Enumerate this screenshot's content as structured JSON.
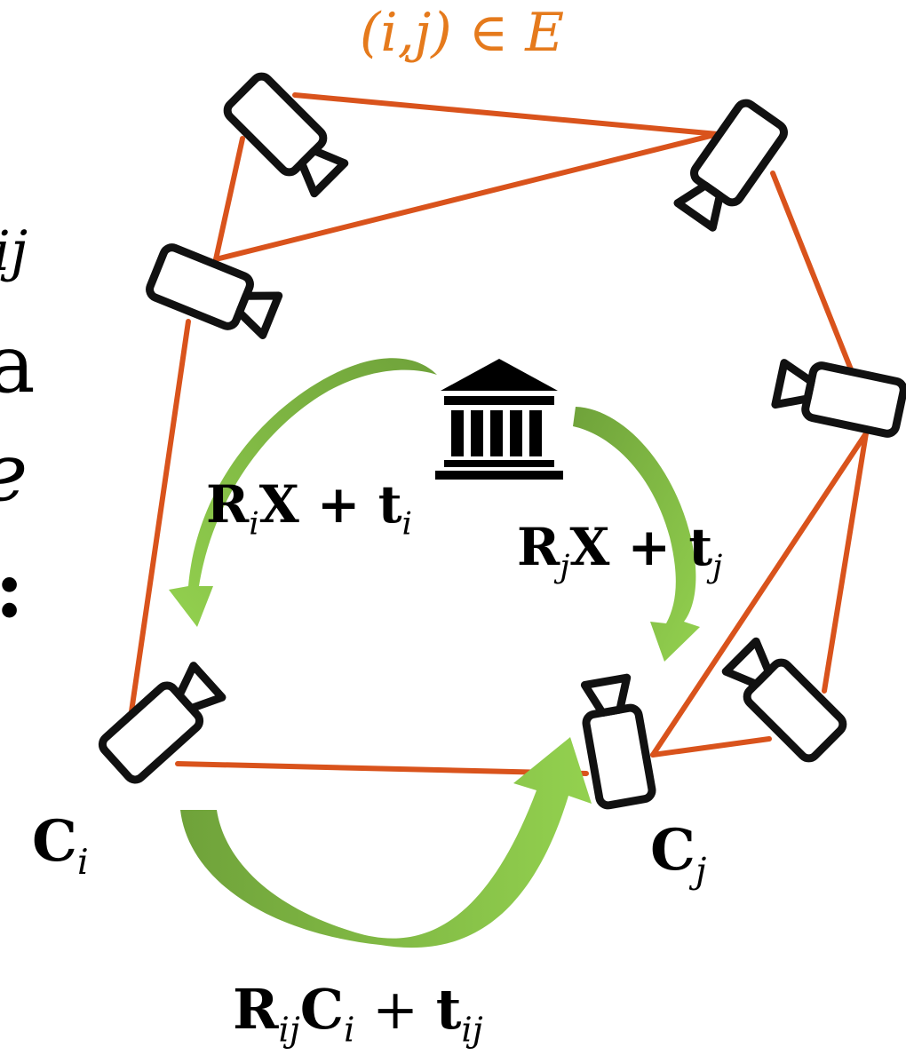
{
  "edge_label": "(i,j) ∈ E",
  "colors": {
    "edge": "#d9531c",
    "edge_label": "#e57a1c",
    "arrow_dark": "#6fa23a",
    "arrow_light": "#93d14f",
    "camera_stroke": "#111111",
    "icon": "#000000"
  },
  "icons": {
    "world": "bank-icon",
    "camera": "camera-icon"
  },
  "labels": {
    "ci": {
      "main": "C",
      "sub": "i"
    },
    "cj": {
      "main": "C",
      "sub": "j"
    },
    "ri_main": "R",
    "ri_sub": "i",
    "ri_x": "X + ",
    "ri_t": "t",
    "ri_tsub": "i",
    "rj_main": "R",
    "rj_sub": "j",
    "rj_x": "X + ",
    "rj_t": "t",
    "rj_tsub": "j",
    "rij_main": "R",
    "rij_sub": "ij",
    "rij_c": "C",
    "rij_csub": "i",
    "rij_plus": " + ",
    "rij_t": "t",
    "rij_tsub": "ij"
  },
  "left_cut_text": {
    "line1": "ij",
    "line2": "a",
    "line3": "e",
    "line4": ":"
  }
}
